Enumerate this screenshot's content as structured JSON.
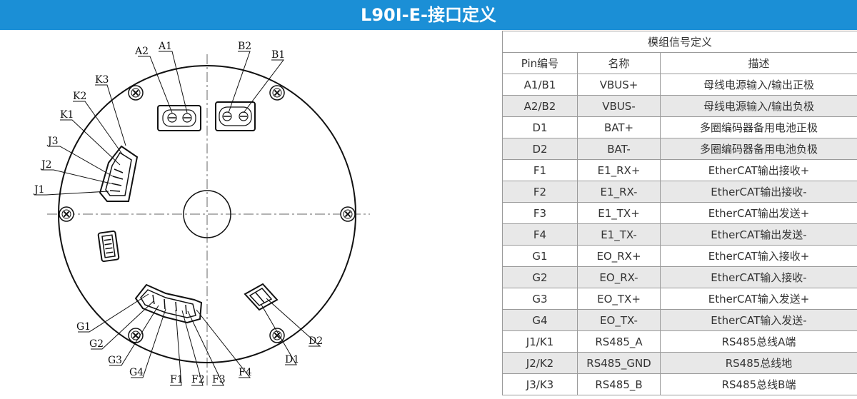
{
  "header": {
    "title": "L90I-E-接口定义"
  },
  "diagram": {
    "labels": {
      "A1": "A1",
      "A2": "A2",
      "B1": "B1",
      "B2": "B2",
      "K1": "K1",
      "K2": "K2",
      "K3": "K3",
      "J1": "J1",
      "J2": "J2",
      "J3": "J3",
      "G1": "G1",
      "G2": "G2",
      "G3": "G3",
      "G4": "G4",
      "F1": "F1",
      "F2": "F2",
      "F3": "F3",
      "F4": "F4",
      "D1": "D1",
      "D2": "D2"
    }
  },
  "table": {
    "title": "模组信号定义",
    "headers": [
      "Pin编号",
      "名称",
      "描述"
    ],
    "rows": [
      [
        "A1/B1",
        "VBUS+",
        "母线电源输入/输出正极"
      ],
      [
        "A2/B2",
        "VBUS-",
        "母线电源输入/输出负极"
      ],
      [
        "D1",
        "BAT+",
        "多圈编码器备用电池正极"
      ],
      [
        "D2",
        "BAT-",
        "多圈编码器备用电池负极"
      ],
      [
        "F1",
        "E1_RX+",
        "EtherCAT输出接收+"
      ],
      [
        "F2",
        "E1_RX-",
        "EtherCAT输出接收-"
      ],
      [
        "F3",
        "E1_TX+",
        "EtherCAT输出发送+"
      ],
      [
        "F4",
        "E1_TX-",
        "EtherCAT输出发送-"
      ],
      [
        "G1",
        "EO_RX+",
        "EtherCAT输入接收+"
      ],
      [
        "G2",
        "EO_RX-",
        "EtherCAT输入接收-"
      ],
      [
        "G3",
        "EO_TX+",
        "EtherCAT输入发送+"
      ],
      [
        "G4",
        "EO_TX-",
        "EtherCAT输入发送-"
      ],
      [
        "J1/K1",
        "RS485_A",
        "RS485总线A端"
      ],
      [
        "J2/K2",
        "RS485_GND",
        "RS485总线地"
      ],
      [
        "J3/K3",
        "RS485_B",
        "RS485总线B端"
      ]
    ]
  }
}
